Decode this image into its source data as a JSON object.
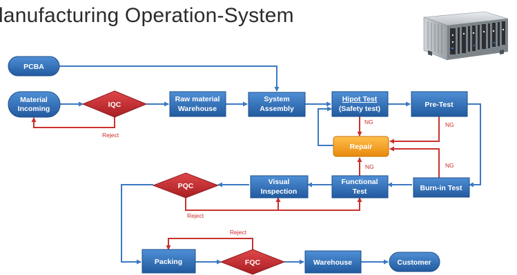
{
  "title": "lanufacturing Operation-System",
  "nodes": {
    "pcba": "PCBA",
    "material_incoming_1": "Material",
    "material_incoming_2": "Incoming",
    "iqc": "IQC",
    "raw_material_1": "Raw material",
    "raw_material_2": "Warehouse",
    "system_assembly_1": "System",
    "system_assembly_2": "Assembly",
    "hipot_1": "Hipot Test",
    "hipot_2": "(Safety test)",
    "pre_test": "Pre-Test",
    "repair": "Repair",
    "burn_in": "Burn-in Test",
    "functional_1": "Functional",
    "functional_2": "Test",
    "visual_1": "Visual",
    "visual_2": "Inspection",
    "pqc": "PQC",
    "packing": "Packing",
    "fqc": "FQC",
    "warehouse": "Warehouse",
    "customer": "Customer"
  },
  "edge_labels": {
    "reject_iqc": "Reject",
    "ng_hipot": "NG",
    "ng_pretest": "NG",
    "ng_functional": "NG",
    "ng_burnin": "NG",
    "reject_pqc": "Reject",
    "reject_fqc": "Reject"
  },
  "colors": {
    "box": "#2e6db4",
    "diamond": "#c0292b",
    "repair": "#f7a21b",
    "flow_arrow": "#3a78c2",
    "reject_arrow": "#c9302c"
  },
  "icons": {
    "equipment": "test-chassis-image"
  }
}
